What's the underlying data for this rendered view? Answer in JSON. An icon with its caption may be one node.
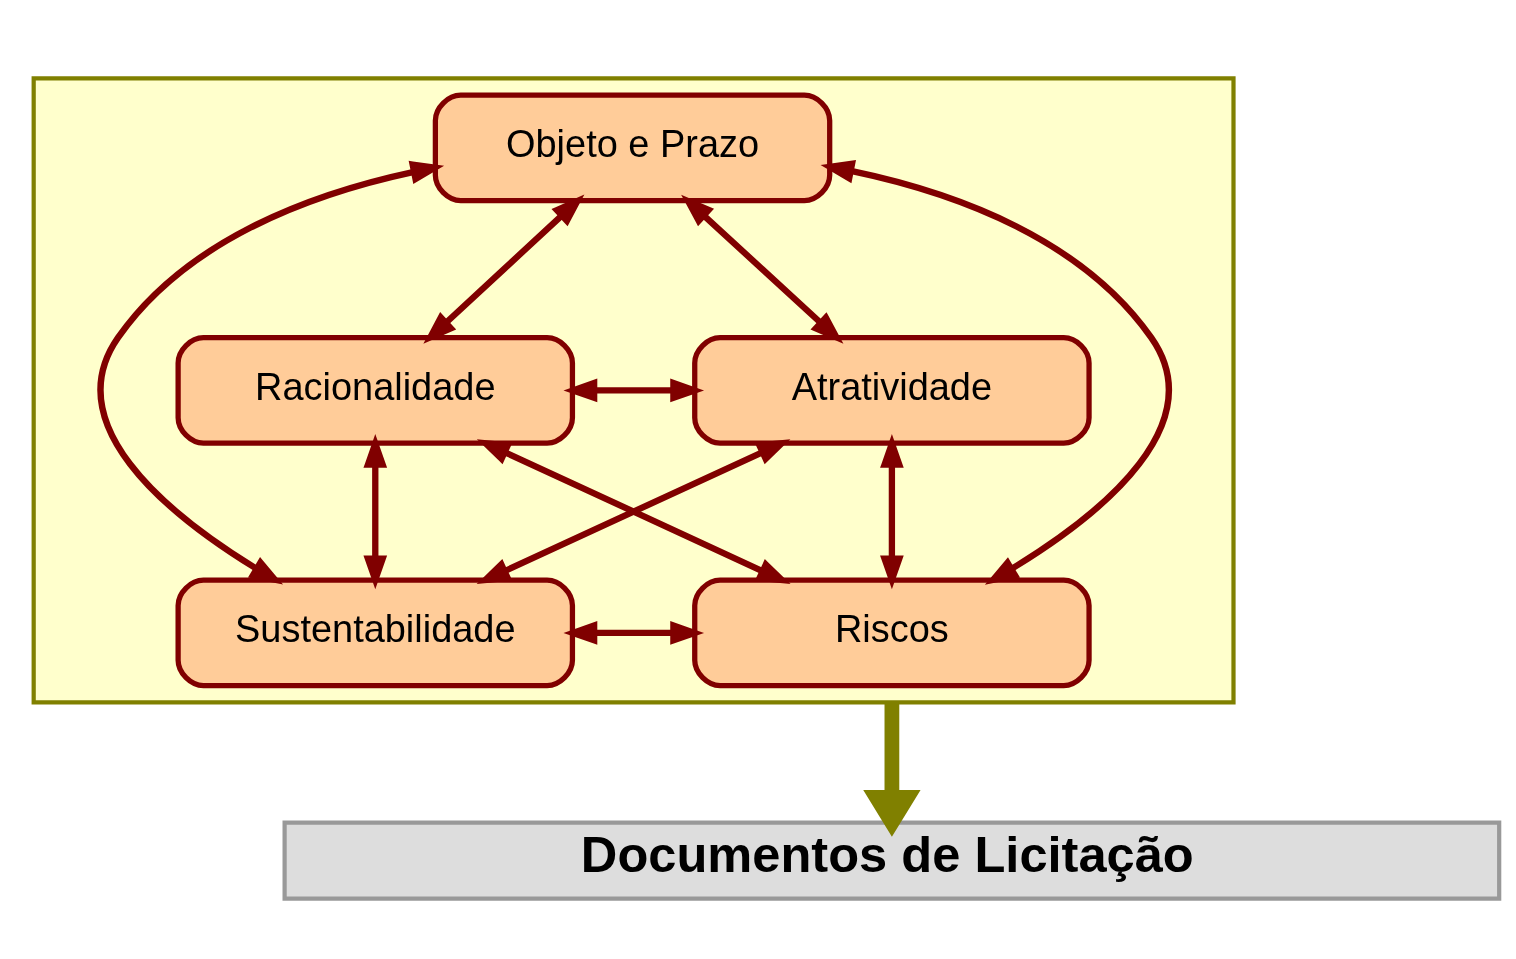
{
  "diagram": {
    "nodes": [
      {
        "text": [],
        "shape": "box"
      },
      {
        "text": [
          "Objeto e Prazo"
        ],
        "in": 0
      },
      {
        "text": [
          "Racionalidade"
        ],
        "in": 0
      },
      {
        "text": [
          "Atratividade"
        ],
        "in": 0
      },
      {
        "text": [
          "Sustentabilidade"
        ],
        "in": 0
      },
      {
        "text": [
          "Riscos"
        ],
        "in": 0
      },
      {
        "text": [
          "Documentos de Licitação"
        ]
      }
    ],
    "edges": [
      {
        "from": 1,
        "to": 3,
        "arrow": "both"
      },
      {
        "from": 1,
        "to": 2,
        "arrow": "both"
      },
      {
        "from": 2,
        "to": 3,
        "arrow": "both"
      },
      {
        "from": 1,
        "to": 5,
        "arrow": "both"
      },
      {
        "from": 1,
        "to": 4,
        "arrow": "both"
      },
      {
        "from": 2,
        "to": 5,
        "arrow": "both"
      },
      {
        "from": 3,
        "to": 4,
        "arrow": "both"
      },
      {
        "from": 2,
        "to": 4,
        "arrow": "both"
      },
      {
        "from": 3,
        "to": 5,
        "arrow": "both"
      },
      {
        "from": 4,
        "to": 5,
        "arrow": "both"
      },
      {
        "from": 0,
        "to": 6,
        "arrow": "to",
        "style": "thick",
        "color": "#808000"
      }
    ]
  }
}
